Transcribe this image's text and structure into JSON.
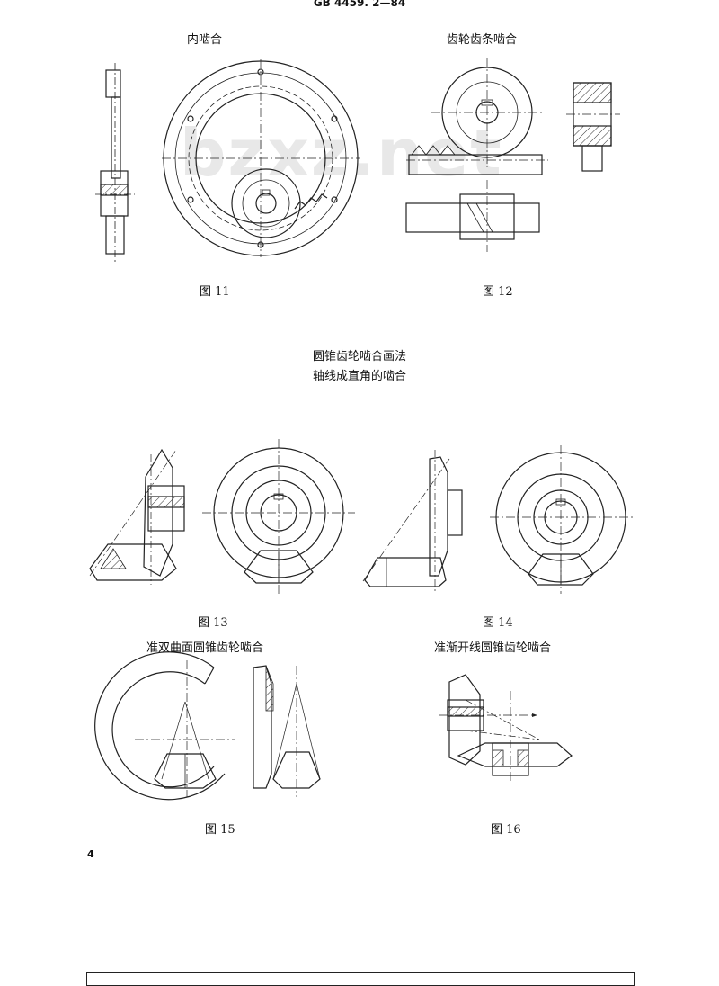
{
  "header": {
    "standard_no": "GB 4459. 2—84"
  },
  "watermark": "bzxz.net",
  "captions": {
    "inner_mesh": "内啮合",
    "rack_mesh": "齿轮齿条啮合",
    "bevel_line1": "圆锥齿轮啮合画法",
    "bevel_line2": "轴线成直角的啮合",
    "hypoid": "准双曲面圆锥齿轮啮合",
    "quasi_involute": "准渐开线圆锥齿轮啮合"
  },
  "figures": {
    "fig11": "图 11",
    "fig12": "图 12",
    "fig13": "图 13",
    "fig14": "图 14",
    "fig15": "图 15",
    "fig16": "图 16"
  },
  "page_number": "4"
}
